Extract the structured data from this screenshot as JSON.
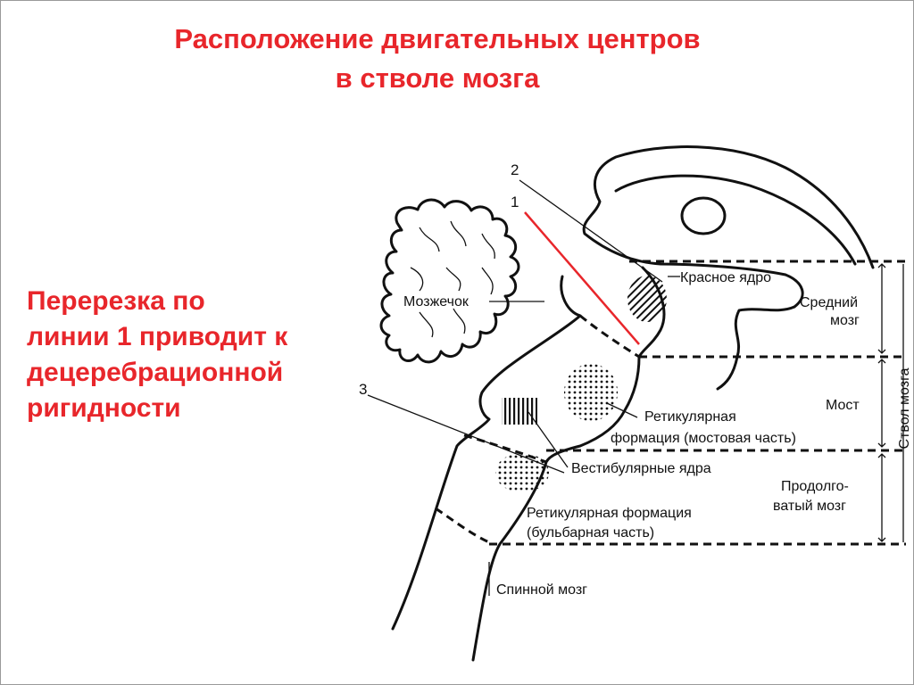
{
  "title": {
    "line1": "Расположение двигательных центров",
    "line2": "в стволе мозга"
  },
  "note": {
    "line1": "Перерезка по",
    "line2": "линии 1 приводит к",
    "line3": "децеребрационной",
    "line4": "ригидности"
  },
  "labels": {
    "cerebellum": "Мозжечок",
    "red_nucleus": "Красное ядро",
    "midbrain_1": "Средний",
    "midbrain_2": "мозг",
    "pons": "Мост",
    "reticular_pons_1": "Ретикулярная",
    "reticular_pons_2": "формация (мостовая часть)",
    "vestibular": "Вестибулярные ядра",
    "medulla_1": "Продолго-",
    "medulla_2": "ватый мозг",
    "reticular_bulbar_1": "Ретикулярная формация",
    "reticular_bulbar_2": "(бульбарная часть)",
    "spinal_cord": "Спинной мозг",
    "brainstem": "Ствол мозга"
  },
  "line_numbers": {
    "one": "1",
    "two": "2",
    "three": "3"
  },
  "colors": {
    "accent": "#e8262b",
    "ink": "#111111"
  }
}
